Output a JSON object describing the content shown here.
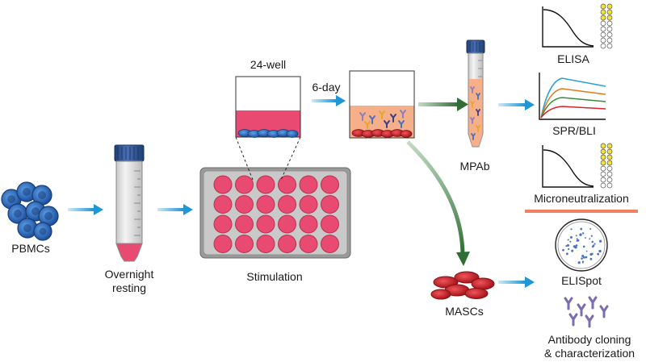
{
  "labels": {
    "pbmcs": "PBMCs",
    "overnight_line1": "Overnight",
    "overnight_line2": "resting",
    "well_24": "24-well",
    "stimulation": "Stimulation",
    "day_6": "6-day",
    "mpab": "MPAb",
    "mascs": "MASCs",
    "elisa": "ELISA",
    "spr_bli": "SPR/BLI",
    "microneutralization": "Microneutralization",
    "elispot": "ELISpot",
    "cloning_line1": "Antibody cloning",
    "cloning_line2": "& characterization"
  },
  "colors": {
    "blue_arrow": "#2a9fd8",
    "green_arrow": "#3d7a43",
    "cell_blue": "#2f6ec4",
    "cell_red": "#d8232a",
    "well_pink": "#e84a72",
    "cap_blue": "#2c4f8c",
    "medium_orange": "#f5b08a",
    "divider": "#f08060",
    "dot_yellow": "#f3e23a",
    "antibody_purple": "#7d6cb0"
  }
}
